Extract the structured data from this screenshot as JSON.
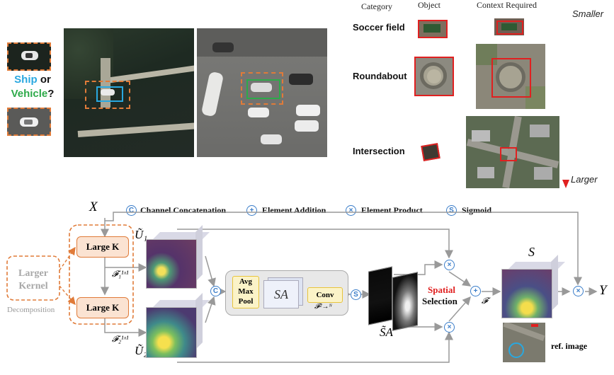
{
  "top_left": {
    "question_word1": "Ship",
    "question_word2": "or",
    "question_word3": "Vehicle",
    "question_mark": "?"
  },
  "table": {
    "headers": [
      "Category",
      "Object",
      "Context Required"
    ],
    "rows": [
      "Soccer field",
      "Roundabout",
      "Intersection"
    ],
    "scale_top": "Smaller",
    "scale_bottom": "Larger"
  },
  "legend": [
    {
      "symbol": "C",
      "label": "Channel Concatenation"
    },
    {
      "symbol": "+",
      "label": "Element Addition"
    },
    {
      "symbol": "×",
      "label": "Element Product"
    },
    {
      "symbol": "S",
      "label": "Sigmoid"
    }
  ],
  "diagram": {
    "input": "X",
    "output": "Y",
    "larger_kernel": "Larger Kernel",
    "decomposition": "Decomposition",
    "large_k_1": "Large K",
    "large_k_2": "Large K",
    "f1": "𝓕₁¹ˣ¹",
    "f2": "𝓕₂¹ˣ¹",
    "u1": "Ũ₁",
    "u2": "Ũ₂",
    "avg": "Avg",
    "max": "Max",
    "pool": "Pool",
    "sa": "SA",
    "conv": "Conv",
    "conv_sub": "𝓕²→ᴺ",
    "sa_tilde": "S̃A",
    "spatial": "Spatial",
    "selection": "Selection",
    "f_label": "𝓕",
    "s_label": "S",
    "ref_image": "ref. image",
    "concat_symbol": "C",
    "sigmoid_symbol": "S",
    "plus_symbol": "+",
    "times_symbol": "×"
  },
  "colors": {
    "accent_blue": "#3a7dc9",
    "ship_cyan": "#29a8e0",
    "vehicle_green": "#2eaa4a",
    "orange_dash": "#e07b39",
    "red": "#e02020",
    "largek_fill": "#fbe3d2"
  }
}
